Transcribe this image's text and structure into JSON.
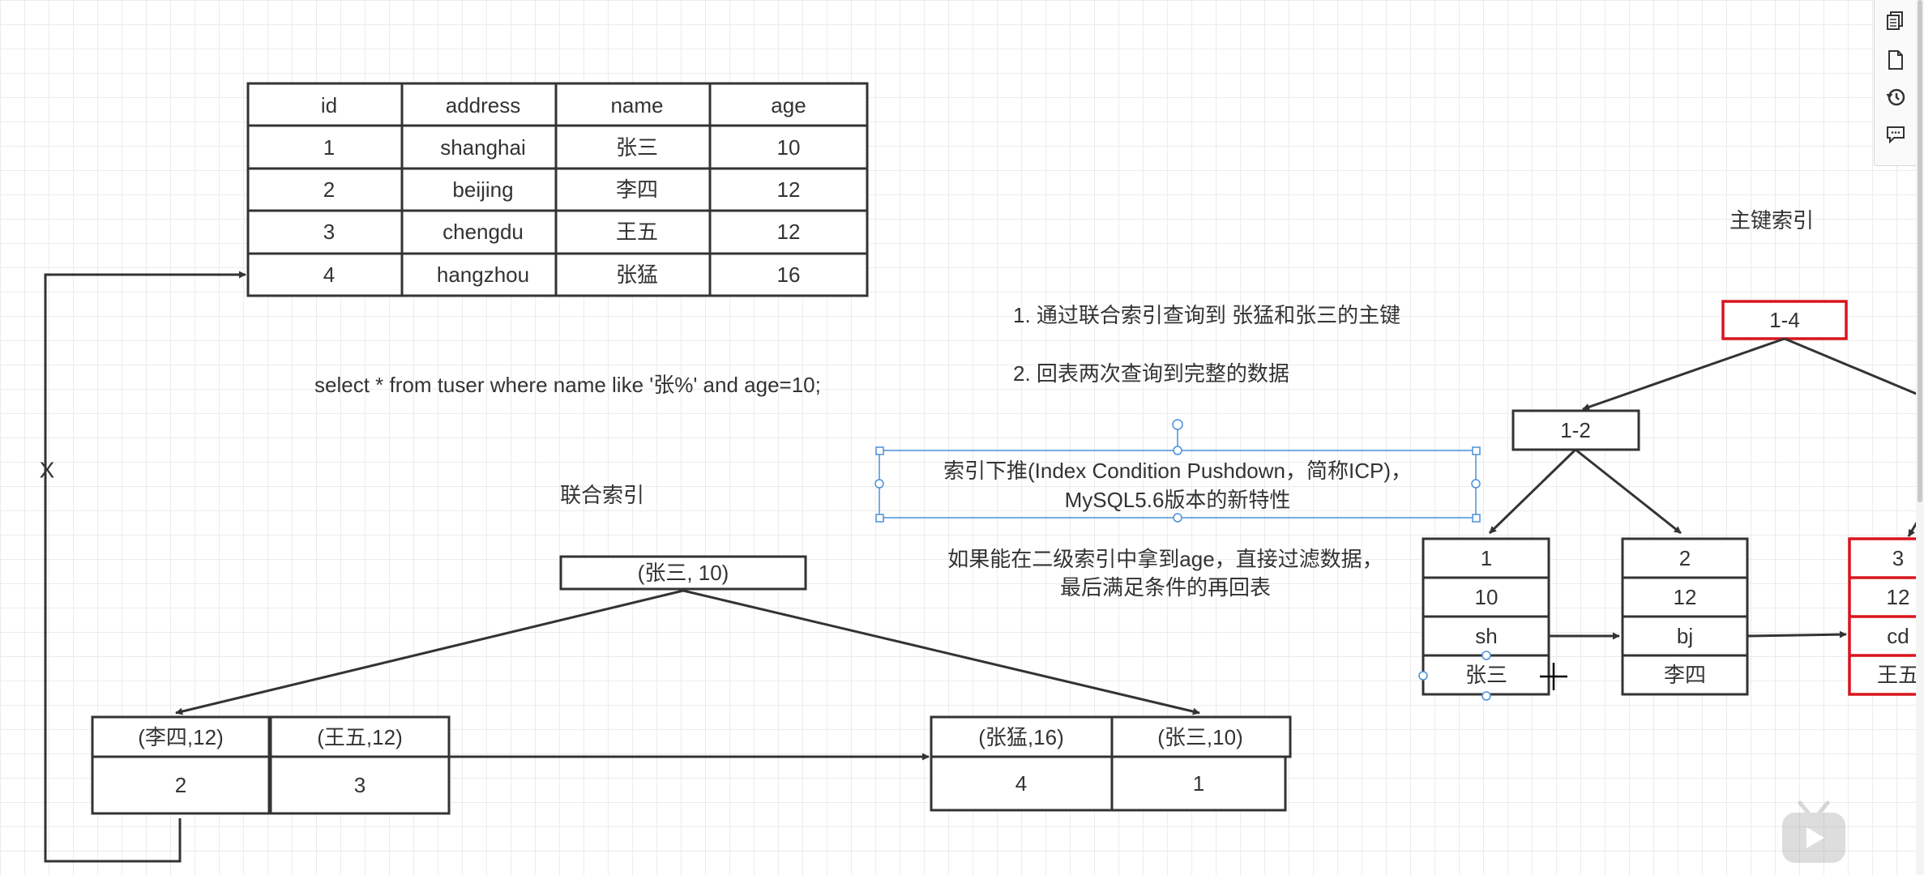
{
  "user_table": {
    "headers": [
      "id",
      "address",
      "name",
      "age"
    ],
    "rows": [
      [
        "1",
        "shanghai",
        "张三",
        "10"
      ],
      [
        "2",
        "beijing",
        "李四",
        "12"
      ],
      [
        "3",
        "chengdu",
        "王五",
        "12"
      ],
      [
        "4",
        "hangzhou",
        "张猛",
        "16"
      ]
    ]
  },
  "sql_text": "select * from tuser where name like '张%' and age=10;",
  "x_mark": "X",
  "composite_index": {
    "title": "联合索引",
    "root": "(张三, 10)",
    "leaves": [
      {
        "key": "(李四,12)",
        "pk": "2"
      },
      {
        "key": "(王五,12)",
        "pk": "3"
      },
      {
        "key": "(张猛,16)",
        "pk": "4"
      },
      {
        "key": "(张三,10)",
        "pk": "1"
      }
    ]
  },
  "notes": {
    "step1": "1. 通过联合索引查询到 张猛和张三的主键",
    "step2": "2. 回表两次查询到完整的数据",
    "icp_line1": "索引下推(Index Condition Pushdown，简称ICP)，",
    "icp_line2": "MySQL5.6版本的新特性",
    "filter_line1": "如果能在二级索引中拿到age，直接过滤数据，",
    "filter_line2": "最后满足条件的再回表"
  },
  "primary_index": {
    "title": "主键索引",
    "root": "1-4",
    "mid": "1-2",
    "leaf1": [
      "1",
      "10",
      "sh",
      "张三"
    ],
    "leaf2": [
      "2",
      "12",
      "bj",
      "李四"
    ],
    "leaf3": [
      "3",
      "12",
      "cd",
      "王五"
    ]
  },
  "toolbar": {
    "icons": [
      "format-panel-icon",
      "page-icon",
      "history-icon",
      "comment-icon"
    ]
  },
  "colors": {
    "stroke": "#333333",
    "highlight": "#d9141e",
    "selection": "#4a90d9"
  }
}
